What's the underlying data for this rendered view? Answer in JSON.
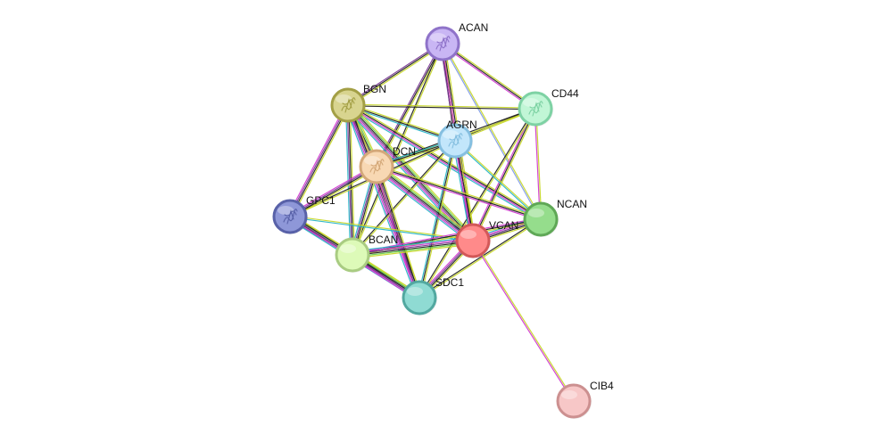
{
  "network": {
    "nodes": [
      {
        "id": "ACAN",
        "label": "ACAN",
        "fill": "#c9b6f4",
        "stroke": "#8f73c9",
        "icon": "protein-structure-icon"
      },
      {
        "id": "BGN",
        "label": "BGN",
        "fill": "#d8d48f",
        "stroke": "#a39f45",
        "icon": "protein-structure-icon"
      },
      {
        "id": "CD44",
        "label": "CD44",
        "fill": "#c1f6d6",
        "stroke": "#7ed2a4",
        "icon": "protein-structure-icon"
      },
      {
        "id": "AGRN",
        "label": "AGRN",
        "fill": "#c2e6fb",
        "stroke": "#85bfe0",
        "icon": "protein-structure-icon"
      },
      {
        "id": "DCN",
        "label": "DCN",
        "fill": "#f8d8b3",
        "stroke": "#d4a879",
        "icon": "protein-structure-icon"
      },
      {
        "id": "GPC1",
        "label": "GPC1",
        "fill": "#8e97d8",
        "stroke": "#5861a8",
        "icon": "protein-structure-icon"
      },
      {
        "id": "NCAN",
        "label": "NCAN",
        "fill": "#95dd8c",
        "stroke": "#5fa856",
        "icon": ""
      },
      {
        "id": "VCAN",
        "label": "VCAN",
        "fill": "#ff8a8a",
        "stroke": "#d35858",
        "icon": ""
      },
      {
        "id": "BCAN",
        "label": "BCAN",
        "fill": "#ddfab8",
        "stroke": "#a9cc82",
        "icon": ""
      },
      {
        "id": "SDC1",
        "label": "SDC1",
        "fill": "#8fdbd3",
        "stroke": "#52a8a0",
        "icon": ""
      },
      {
        "id": "CIB4",
        "label": "CIB4",
        "fill": "#f7c7c7",
        "stroke": "#cc9090",
        "icon": ""
      }
    ],
    "edge_colors": {
      "yellow": "#c8d82a",
      "green": "#6bd04a",
      "black": "#222222",
      "purple": "#7b3a96",
      "magenta": "#d13bd1",
      "cyan": "#2ab5c8",
      "blue": "#7f9be8"
    },
    "edges": [
      {
        "a": "ACAN",
        "b": "BGN",
        "types": [
          "yellow",
          "black",
          "purple"
        ]
      },
      {
        "a": "ACAN",
        "b": "CD44",
        "types": [
          "yellow",
          "black",
          "magenta"
        ]
      },
      {
        "a": "ACAN",
        "b": "AGRN",
        "types": [
          "yellow",
          "black"
        ]
      },
      {
        "a": "ACAN",
        "b": "DCN",
        "types": [
          "yellow",
          "black",
          "purple"
        ]
      },
      {
        "a": "ACAN",
        "b": "NCAN",
        "types": [
          "yellow",
          "blue"
        ]
      },
      {
        "a": "ACAN",
        "b": "VCAN",
        "types": [
          "yellow",
          "black",
          "magenta",
          "purple"
        ]
      },
      {
        "a": "ACAN",
        "b": "BCAN",
        "types": [
          "yellow",
          "black"
        ]
      },
      {
        "a": "BGN",
        "b": "CD44",
        "types": [
          "yellow",
          "black"
        ]
      },
      {
        "a": "BGN",
        "b": "AGRN",
        "types": [
          "yellow",
          "black",
          "cyan"
        ]
      },
      {
        "a": "BGN",
        "b": "DCN",
        "types": [
          "yellow",
          "green",
          "black",
          "purple",
          "magenta",
          "cyan"
        ]
      },
      {
        "a": "BGN",
        "b": "GPC1",
        "types": [
          "yellow",
          "black",
          "purple",
          "magenta"
        ]
      },
      {
        "a": "BGN",
        "b": "NCAN",
        "types": [
          "yellow",
          "black",
          "magenta",
          "cyan"
        ]
      },
      {
        "a": "BGN",
        "b": "VCAN",
        "types": [
          "yellow",
          "green",
          "black",
          "purple",
          "magenta",
          "cyan"
        ]
      },
      {
        "a": "BGN",
        "b": "BCAN",
        "types": [
          "yellow",
          "black",
          "purple",
          "cyan"
        ]
      },
      {
        "a": "BGN",
        "b": "SDC1",
        "types": [
          "yellow",
          "black",
          "purple",
          "magenta",
          "cyan"
        ]
      },
      {
        "a": "CD44",
        "b": "AGRN",
        "types": [
          "yellow",
          "black"
        ]
      },
      {
        "a": "CD44",
        "b": "DCN",
        "types": [
          "yellow",
          "black"
        ]
      },
      {
        "a": "CD44",
        "b": "NCAN",
        "types": [
          "yellow",
          "magenta"
        ]
      },
      {
        "a": "CD44",
        "b": "VCAN",
        "types": [
          "yellow",
          "black",
          "magenta"
        ]
      },
      {
        "a": "CD44",
        "b": "SDC1",
        "types": [
          "yellow",
          "black"
        ]
      },
      {
        "a": "AGRN",
        "b": "DCN",
        "types": [
          "yellow",
          "black",
          "cyan"
        ]
      },
      {
        "a": "AGRN",
        "b": "GPC1",
        "types": [
          "yellow",
          "black"
        ]
      },
      {
        "a": "AGRN",
        "b": "NCAN",
        "types": [
          "yellow",
          "cyan"
        ]
      },
      {
        "a": "AGRN",
        "b": "VCAN",
        "types": [
          "yellow",
          "black",
          "magenta",
          "cyan"
        ]
      },
      {
        "a": "AGRN",
        "b": "BCAN",
        "types": [
          "yellow",
          "black"
        ]
      },
      {
        "a": "AGRN",
        "b": "SDC1",
        "types": [
          "yellow",
          "black",
          "cyan"
        ]
      },
      {
        "a": "DCN",
        "b": "GPC1",
        "types": [
          "yellow",
          "black",
          "purple",
          "magenta"
        ]
      },
      {
        "a": "DCN",
        "b": "NCAN",
        "types": [
          "yellow",
          "black",
          "magenta"
        ]
      },
      {
        "a": "DCN",
        "b": "VCAN",
        "types": [
          "yellow",
          "green",
          "black",
          "purple",
          "magenta",
          "cyan"
        ]
      },
      {
        "a": "DCN",
        "b": "BCAN",
        "types": [
          "yellow",
          "black",
          "purple",
          "cyan"
        ]
      },
      {
        "a": "DCN",
        "b": "SDC1",
        "types": [
          "yellow",
          "black",
          "purple",
          "magenta"
        ]
      },
      {
        "a": "GPC1",
        "b": "VCAN",
        "types": [
          "yellow",
          "cyan"
        ]
      },
      {
        "a": "GPC1",
        "b": "BCAN",
        "types": [
          "yellow",
          "green",
          "black",
          "purple"
        ]
      },
      {
        "a": "GPC1",
        "b": "SDC1",
        "types": [
          "yellow",
          "black",
          "purple",
          "magenta",
          "cyan"
        ]
      },
      {
        "a": "NCAN",
        "b": "VCAN",
        "types": [
          "yellow",
          "black",
          "purple",
          "magenta",
          "cyan"
        ]
      },
      {
        "a": "NCAN",
        "b": "BCAN",
        "types": [
          "yellow",
          "black",
          "magenta"
        ]
      },
      {
        "a": "NCAN",
        "b": "SDC1",
        "types": [
          "yellow",
          "black"
        ]
      },
      {
        "a": "VCAN",
        "b": "BCAN",
        "types": [
          "yellow",
          "green",
          "black",
          "purple",
          "magenta",
          "cyan"
        ]
      },
      {
        "a": "VCAN",
        "b": "SDC1",
        "types": [
          "yellow",
          "black",
          "purple",
          "magenta"
        ]
      },
      {
        "a": "VCAN",
        "b": "CIB4",
        "types": [
          "yellow",
          "magenta"
        ]
      },
      {
        "a": "BCAN",
        "b": "SDC1",
        "types": [
          "yellow",
          "green",
          "black",
          "purple",
          "magenta"
        ]
      }
    ]
  }
}
